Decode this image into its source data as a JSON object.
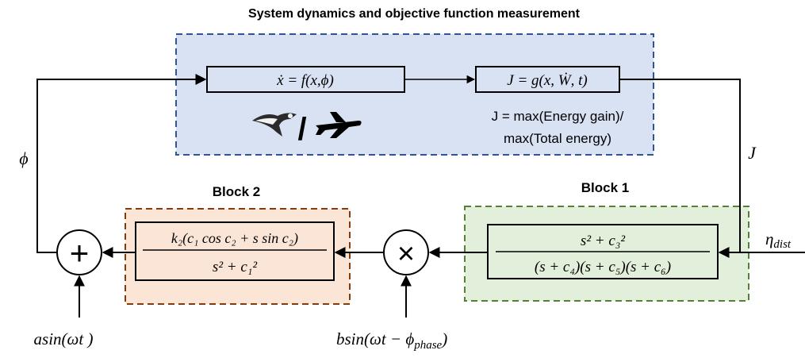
{
  "title": "System dynamics and objective function measurement",
  "system": {
    "dynamics_eq": "ẋ = f(x,ϕ)",
    "objective_eq": "J = g(x, Ẇ, t)",
    "objective_desc_line1": "J = max(Energy gain)/",
    "objective_desc_line2": "max(Total energy)",
    "icon_separator": "/"
  },
  "block1": {
    "label": "Block 1",
    "numerator": "s² + c₃²",
    "denominator": "(s + c₄)(s + c₅)(s + c₆)"
  },
  "block2": {
    "label": "Block 2",
    "numerator": "k₂(c₁ cos c₂ + s sin c₂)",
    "denominator": "s² + c₁²"
  },
  "signals": {
    "phi": "ϕ",
    "J": "J",
    "eta_dist": "η",
    "eta_dist_sub": "dist",
    "a_input": "asin(ωt )",
    "b_input_main": "bsin(ωt − ϕ",
    "b_input_sub": "phase",
    "b_input_close": ")"
  },
  "operators": {
    "sum_symbol": "+",
    "multiply_symbol": "×"
  },
  "colors": {
    "system_fill": "#d9e2f3",
    "system_border": "#2f5597",
    "block1_fill": "#e2efda",
    "block1_border": "#548235",
    "block2_fill": "#fbe5d6",
    "block2_border": "#843c0c",
    "line": "#000000"
  }
}
